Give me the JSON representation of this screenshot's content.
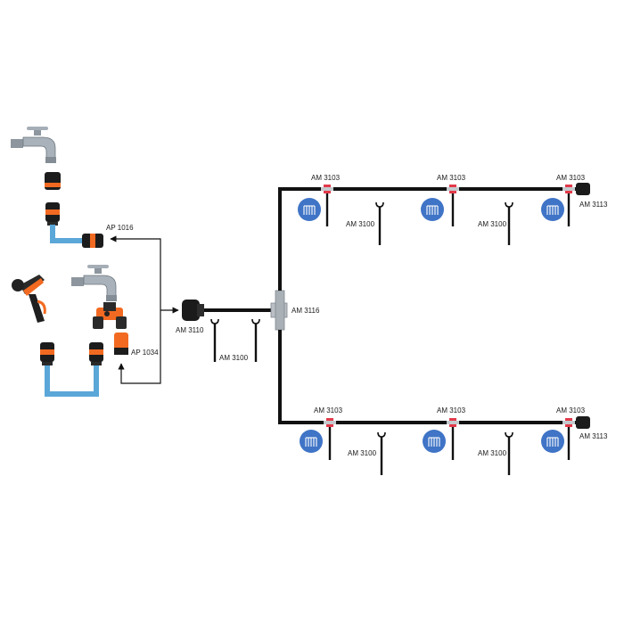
{
  "labels": {
    "ap_1016": "AP 1016",
    "ap_1034": "AP 1034",
    "am_3110": "AM 3110",
    "am_3116": "AM 3116",
    "am_3100": "AM 3100",
    "am_3103": "AM 3103",
    "am_3113": "AM 3113"
  },
  "icons": {
    "tap": "water-tap-icon",
    "gun": "spray-gun-icon",
    "sprinkler": "sprinkler-spray-icon",
    "stake": "ground-stake-icon"
  },
  "colors": {
    "pipe": "#111111",
    "hose": "#5aa7d8",
    "connector": "#f26a21",
    "sprinkler_disc": "#3f74c6",
    "dripper": "#e23a4a",
    "metal": "#9aa3ab"
  }
}
